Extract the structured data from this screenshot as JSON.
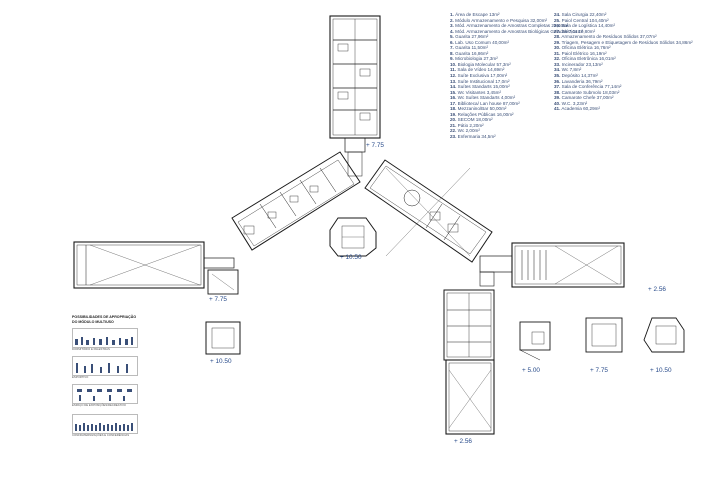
{
  "legend": {
    "col1": [
      {
        "n": "1.",
        "t": "Área de Escape 13m²"
      },
      {
        "n": "2.",
        "t": "Módulo Armazenamento e Pesquisa 32,00m²"
      },
      {
        "n": "3.",
        "t": "Mód. Armazenamento de Amostras Completas 25,46m²"
      },
      {
        "n": "4.",
        "t": "Mód. Armazenamento de Amostras Biológicas Geladas 7,04m²"
      },
      {
        "n": "5.",
        "t": "Guarita 27,96m²"
      },
      {
        "n": "6.",
        "t": "Lab. Uso Comum 40,00m²"
      },
      {
        "n": "7.",
        "t": "Guarita 11,50m²"
      },
      {
        "n": "8.",
        "t": "Guarita 16,86m²"
      },
      {
        "n": "9.",
        "t": "Microbiologia 27,3m²"
      },
      {
        "n": "10.",
        "t": "Biologia Molecular 57,3m²"
      },
      {
        "n": "11.",
        "t": "Sala de Vídeo 14,69m²"
      },
      {
        "n": "12.",
        "t": "Suíte Exclusiva 17,00m²"
      },
      {
        "n": "13.",
        "t": "Suíte Institucional 17,0m²"
      },
      {
        "n": "14.",
        "t": "Suítes Standarts 15,00m²"
      },
      {
        "n": "15.",
        "t": "Wc Visitantes 3,45m²"
      },
      {
        "n": "16.",
        "t": "Wc Suítes Standarts 4,00m²"
      },
      {
        "n": "17.",
        "t": "Biblioteca/ Lan house 87,00m²"
      },
      {
        "n": "18.",
        "t": "Mezzanino/Bar 50,00m²"
      },
      {
        "n": "19.",
        "t": "Relações Públicas 16,00m²"
      },
      {
        "n": "20.",
        "t": "SECOM 18,00m²"
      },
      {
        "n": "21.",
        "t": "Pátio 2,20m²"
      },
      {
        "n": "22.",
        "t": "Wc 2,00m²"
      },
      {
        "n": "23.",
        "t": "Enfermaria 34,5m²"
      }
    ],
    "col2": [
      {
        "n": "24.",
        "t": "Sala Cirurgia 22,40m²"
      },
      {
        "n": "25.",
        "t": "Paiol Central 104,40m²"
      },
      {
        "n": "26.",
        "t": "Sala de Logística 14,40m²"
      },
      {
        "n": "27.",
        "t": "Elétrica 10,80m²"
      },
      {
        "n": "28.",
        "t": "Armazenamento de Resíduos Sólidos 37,07m²"
      },
      {
        "n": "29.",
        "t": "Triagem, Pesagem e Etiquetagem de Resíduos Sólidos 34,86m²"
      },
      {
        "n": "30.",
        "t": "Oficina Elétrica 16,76m²"
      },
      {
        "n": "31.",
        "t": "Paiol Elétrico 16,19m²"
      },
      {
        "n": "32.",
        "t": "Oficina Eletrônica 16,01m²"
      },
      {
        "n": "33.",
        "t": "Incinerador 23,13m²"
      },
      {
        "n": "34.",
        "t": "Wc 7,8m²"
      },
      {
        "n": "35.",
        "t": "Depósito 14,37m²"
      },
      {
        "n": "36.",
        "t": "Lavanderia 36,79m²"
      },
      {
        "n": "37.",
        "t": "Sala de Conferência 77,14m²"
      },
      {
        "n": "38.",
        "t": "Camarote Submolo 18,03m²"
      },
      {
        "n": "39.",
        "t": "Camarote Chefe 37,00m²"
      },
      {
        "n": "40.",
        "t": "W.C. 3,23m²"
      },
      {
        "n": "41.",
        "t": "Academia 60,29m²"
      }
    ]
  },
  "levels": {
    "north": "+ 7.75",
    "west": "+ 7.75",
    "center": "+ 10.50",
    "east": "+ 2.56",
    "south": "+ 2.56",
    "small_left": "+ 10.50",
    "mod1": "+ 5.00",
    "mod2": "+ 7.75",
    "mod3": "+ 10.50"
  },
  "possibilities": {
    "title_line1": "POSSIBILIDADES DE APROPRIAÇÃO",
    "title_line2": "DO MÓDULO MULTIUSO",
    "captions": [
      "DORMITÓRIO E PALESTRAS",
      "ESPORTIVO",
      "ESPAÇO DE EXPOSIÇÕES/RECREATIVO",
      "CONFRATERNIZAÇÕES E CONFERÊNCIAS"
    ]
  },
  "colors": {
    "line": "#1a1a1a",
    "text_blue": "#274a8a",
    "legend_text": "#3a4f78"
  }
}
